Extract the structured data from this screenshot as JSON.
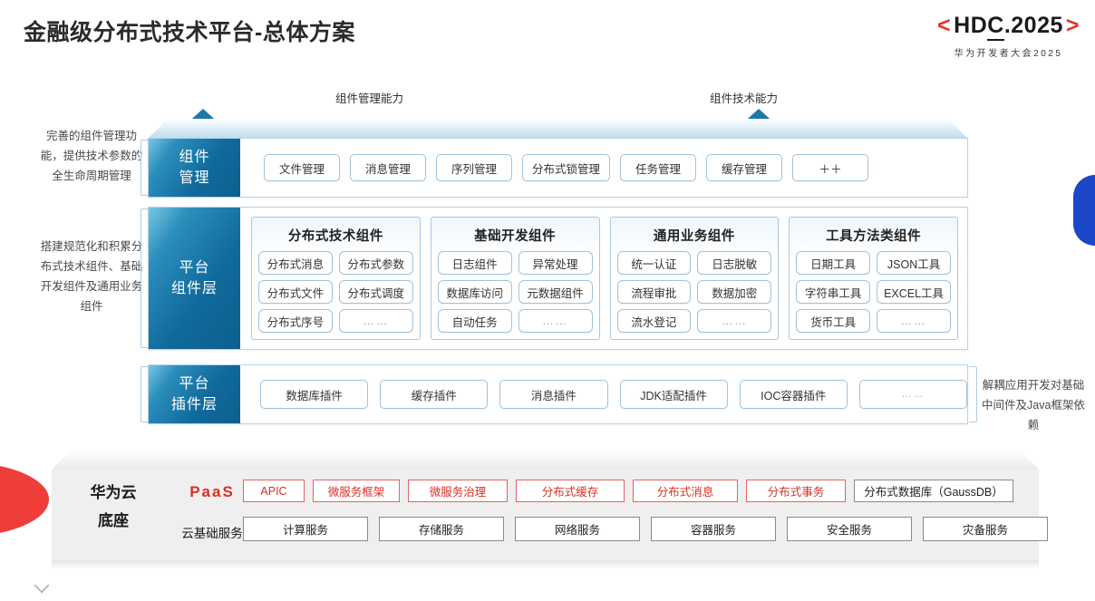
{
  "header": {
    "title": "金融级分布式技术平台-总体方案",
    "brand_prefix": "<",
    "brand_hd": "HD",
    "brand_c": "C",
    "brand_year": ".2025",
    "brand_suffix": ">",
    "brand_sub": "华为开发者大会2025"
  },
  "arrows": [
    {
      "label": "组件管理能力"
    },
    {
      "label": "组件技术能力"
    }
  ],
  "side_notes": {
    "left_top": "完善的组件管理功能，提供技术参数的全生命周期管理",
    "left_mid": "搭建规范化和积累分布式技术组件、基础开发组件及通用业务组件",
    "right_plugin": "解耦应用开发对基础中间件及Java框架依赖"
  },
  "layers": {
    "component_management": {
      "label_line1": "组件",
      "label_line2": "管理",
      "items": [
        "文件管理",
        "消息管理",
        "序列管理",
        "分布式锁管理",
        "任务管理",
        "缓存管理",
        "＋＋"
      ]
    },
    "platform_component": {
      "label_line1": "平台",
      "label_line2": "组件层",
      "groups": [
        {
          "title": "分布式技术组件",
          "items": [
            "分布式消息",
            "分布式参数",
            "分布式文件",
            "分布式调度",
            "分布式序号",
            "……"
          ]
        },
        {
          "title": "基础开发组件",
          "items": [
            "日志组件",
            "异常处理",
            "数据库访问",
            "元数据组件",
            "自动任务",
            "……"
          ]
        },
        {
          "title": "通用业务组件",
          "items": [
            "统一认证",
            "日志脱敏",
            "流程审批",
            "数据加密",
            "流水登记",
            "……"
          ]
        },
        {
          "title": "工具方法类组件",
          "items": [
            "日期工具",
            "JSON工具",
            "字符串工具",
            "EXCEL工具",
            "货币工具",
            "……"
          ]
        }
      ]
    },
    "platform_plugin": {
      "label_line1": "平台",
      "label_line2": "插件层",
      "items": [
        "数据库插件",
        "缓存插件",
        "消息插件",
        "JDK适配插件",
        "IOC容器插件",
        "……"
      ]
    }
  },
  "base": {
    "caption_line1": "华为云",
    "caption_line2": "底座",
    "paas_label": "PaaS",
    "paas_items": [
      {
        "text": "APIC",
        "style": "red",
        "width": 68
      },
      {
        "text": "微服务框架",
        "style": "red",
        "width": 96
      },
      {
        "text": "微服务治理",
        "style": "red",
        "width": 110
      },
      {
        "text": "分布式缓存",
        "style": "red",
        "width": 120
      },
      {
        "text": "分布式消息",
        "style": "red",
        "width": 116
      },
      {
        "text": "分布式事务",
        "style": "red",
        "width": 110
      },
      {
        "text": "分布式数据库（GaussDB）",
        "style": "gray",
        "width": 176
      }
    ],
    "cloud_label": "云基础服务",
    "cloud_items": [
      "计算服务",
      "存储服务",
      "网络服务",
      "容器服务",
      "安全服务",
      "灾备服务"
    ]
  },
  "colors": {
    "accent_blue": "#0d5e90",
    "accent_red": "#d93025",
    "panel_border": "#b9d4e4",
    "chip_border": "#9fc3e0",
    "base_bg": "#efefef",
    "deco_blue": "#1b46c8",
    "deco_red": "#ef3d3a"
  }
}
